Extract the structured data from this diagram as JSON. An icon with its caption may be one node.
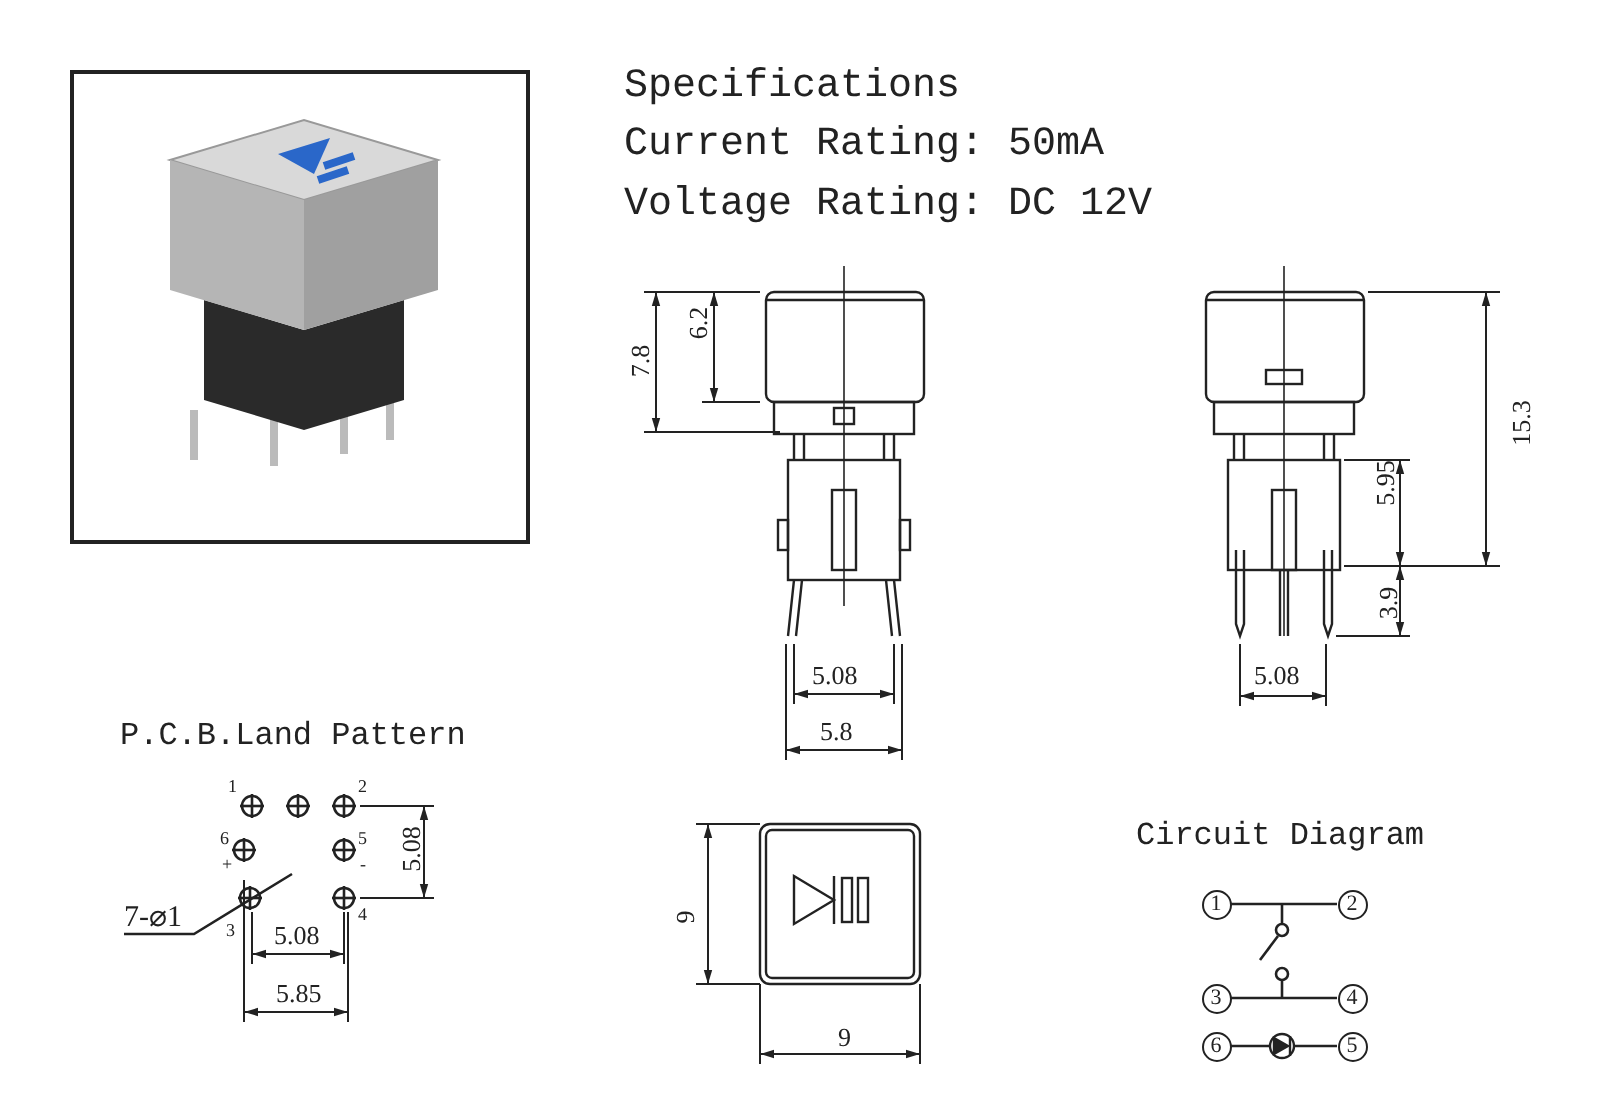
{
  "diagram": {
    "nodes": [
      {
        "text": [
          "7-⌀1"
        ]
      },
      {
        "text": [
          "1"
        ]
      },
      {
        "text": [
          "2"
        ]
      },
      {
        "text": [
          "3"
        ]
      },
      {
        "text": [
          "4"
        ]
      },
      {
        "text": [
          "6"
        ]
      },
      {
        "text": [
          "5"
        ]
      },
      {
        "text": [],
        "shape": "circle"
      }
    ],
    "edges": [
      {
        "from": 0,
        "to": null,
        "arrow": "none"
      },
      {
        "from": 1,
        "to": 2,
        "arrow": "none"
      },
      {
        "from": 3,
        "to": 4,
        "arrow": "none"
      },
      {
        "from": 5,
        "to": 7,
        "arrow": "none"
      },
      {
        "from": 7,
        "to": 6,
        "arrow": "none"
      }
    ],
    "labels": [
      "Specifications",
      "Current Rating: 50mA",
      "Voltage Rating: DC 12V",
      "7.8",
      "6.2",
      "15.3",
      "5.95",
      "3.9",
      "5.08",
      "5.8",
      "5.08",
      "P.C.B.Land Pattern",
      "1",
      "2",
      "6",
      "+",
      "5",
      "-",
      "5.08",
      "3",
      "4",
      "5.08",
      "5.85",
      "9",
      "Circuit Diagram",
      "9"
    ]
  }
}
